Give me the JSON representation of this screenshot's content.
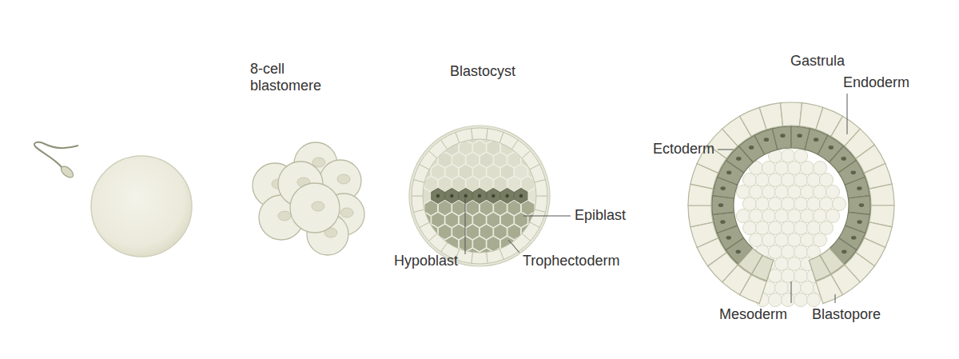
{
  "diagram": {
    "labels": [
      "8-cell blastomere",
      "Blastocyst",
      "Gastrula",
      "Endoderm",
      "Ectoderm",
      "Epiblast",
      "Hypoblast",
      "Trophectoderm",
      "Mesoderm",
      "Blastopore"
    ]
  }
}
